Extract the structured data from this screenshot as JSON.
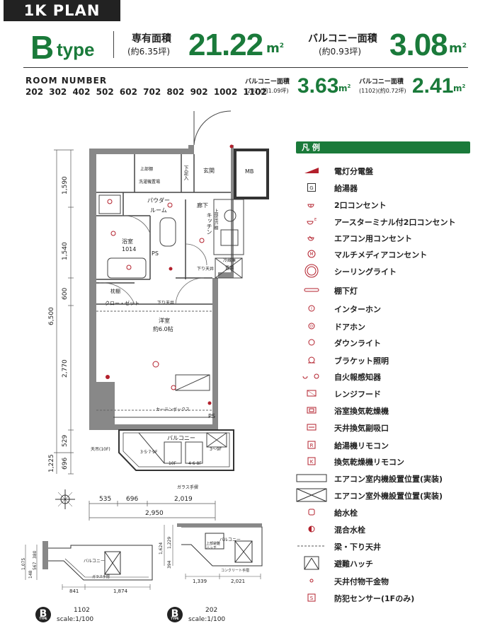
{
  "header": {
    "plan_label": "1K PLAN",
    "type_letter": "B",
    "type_word": "type",
    "exclusive_area_label": "専有面積",
    "exclusive_area_tsubo": "(約6.35坪)",
    "exclusive_area_value": "21.22",
    "exclusive_area_unit": "m",
    "balcony_area_label": "バルコニー面積",
    "balcony_area_tsubo": "(約0.93坪)",
    "balcony_area_value": "3.08",
    "balcony_area_unit": "m",
    "unit_sup": "2"
  },
  "rooms": {
    "title": "ROOM NUMBER",
    "list": "202 302 402 502 602 702 802 902 1002 1102"
  },
  "balcony_variants": [
    {
      "label": "バルコニー面積",
      "note": "(202)(約1.09坪)",
      "value": "3.63",
      "unit": "m",
      "sup": "2"
    },
    {
      "label": "バルコニー面積",
      "note": "(1102)(約0.72坪)",
      "value": "2.41",
      "unit": "m",
      "sup": "2"
    }
  ],
  "legend": {
    "title": "凡 例",
    "items": [
      {
        "icon": "distribution-board-icon",
        "label": "電灯分電盤"
      },
      {
        "icon": "water-heater-icon",
        "label": "給湯器"
      },
      {
        "icon": "double-outlet-icon",
        "label": "2口コンセント"
      },
      {
        "icon": "earth-outlet-icon",
        "label": "アースターミナル付2口コンセント"
      },
      {
        "icon": "ac-outlet-icon",
        "label": "エアコン用コンセント"
      },
      {
        "icon": "multimedia-outlet-icon",
        "label": "マルチメディアコンセント"
      },
      {
        "icon": "ceiling-light-icon",
        "label": "シーリングライト"
      },
      {
        "icon": "under-shelf-light-icon",
        "label": "棚下灯"
      },
      {
        "icon": "intercom-icon",
        "label": "インターホン"
      },
      {
        "icon": "door-phone-icon",
        "label": "ドアホン"
      },
      {
        "icon": "downlight-icon",
        "label": "ダウンライト"
      },
      {
        "icon": "bracket-light-icon",
        "label": "ブラケット照明"
      },
      {
        "icon": "fire-detector-icon",
        "label": "自火報感知器"
      },
      {
        "icon": "range-hood-icon",
        "label": "レンジフード"
      },
      {
        "icon": "bath-dryer-icon",
        "label": "浴室換気乾燥機"
      },
      {
        "icon": "ceiling-vent-icon",
        "label": "天井換気副吸口"
      },
      {
        "icon": "water-heater-remote-icon",
        "label": "給湯機リモコン"
      },
      {
        "icon": "dryer-remote-icon",
        "label": "換気乾燥機リモコン"
      },
      {
        "icon": "ac-indoor-unit-icon",
        "label": "エアコン室内機設置位置(実装)"
      },
      {
        "icon": "ac-outdoor-unit-icon",
        "label": "エアコン室外機設置位置(実装)"
      },
      {
        "icon": "water-tap-icon",
        "label": "給水栓"
      },
      {
        "icon": "mixer-tap-icon",
        "label": "混合水栓"
      },
      {
        "icon": "beam-dashed-icon",
        "label": "梁・下り天井"
      },
      {
        "icon": "escape-hatch-icon",
        "label": "避難ハッチ"
      },
      {
        "icon": "ceiling-hanger-icon",
        "label": "天井付物干金物"
      },
      {
        "icon": "security-sensor-icon",
        "label": "防犯センサー(1Fのみ)"
      }
    ]
  },
  "plan": {
    "labels": {
      "genkan": "玄関",
      "mb": "MB",
      "getabako": "下足入",
      "joubu": "上部棚",
      "washer": "洗濯機置場",
      "powder": "パウダー",
      "room": "ルーム",
      "hallway": "廊下",
      "kitchen": "キッチン",
      "upper_cabinet": "上部吊戸棚",
      "bath": "浴室",
      "bath_size": "1014",
      "ps": "PS",
      "fridge": "冷蔵庫",
      "fridge2": "置場",
      "lowered_ceiling": "下り天井",
      "shelf": "枕棚",
      "closet": "クロー・ゼット",
      "lowered_ceiling2": "下り天井",
      "western": "洋室",
      "western_size": "約6.0帖",
      "curtain_box": "カーテンボックス",
      "ps2": "PS",
      "balcony": "バルコニー",
      "hanging": "天吊(10F)",
      "floors_a": "3·5·7·9F",
      "floors_b": "3～9F",
      "floors_c": "10F",
      "floors_d": "4·6·8F",
      "glass": "ガラス手摺"
    },
    "dims_vertical": [
      "6,500",
      "1,590",
      "1,540",
      "600",
      "2,770",
      "1,225",
      "529",
      "696"
    ],
    "dims_horizontal": [
      "535",
      "696",
      "2,019",
      "2,950"
    ]
  },
  "insets": [
    {
      "badge": "B",
      "badge_sub": "TYPE",
      "room": "1102",
      "scale": "scale:1/100",
      "balcony": "バルコニー",
      "glass": "ガラス手摺",
      "dims": [
        "841",
        "1,874"
      ],
      "vdims": [
        "1,075",
        "380",
        "567",
        "148"
      ]
    },
    {
      "badge": "B",
      "badge_sub": "TYPE",
      "room": "202",
      "scale": "scale:1/100",
      "balcony": "バルコニー",
      "hatch": "上部避難ハッチ",
      "glass": "コンクリート手摺",
      "dims": [
        "1,339",
        "2,021"
      ],
      "vdims": [
        "1,624",
        "1,229",
        "394"
      ]
    }
  ],
  "colors": {
    "brand_green": "#1a7a3a",
    "symbol_red": "#b3202c"
  }
}
